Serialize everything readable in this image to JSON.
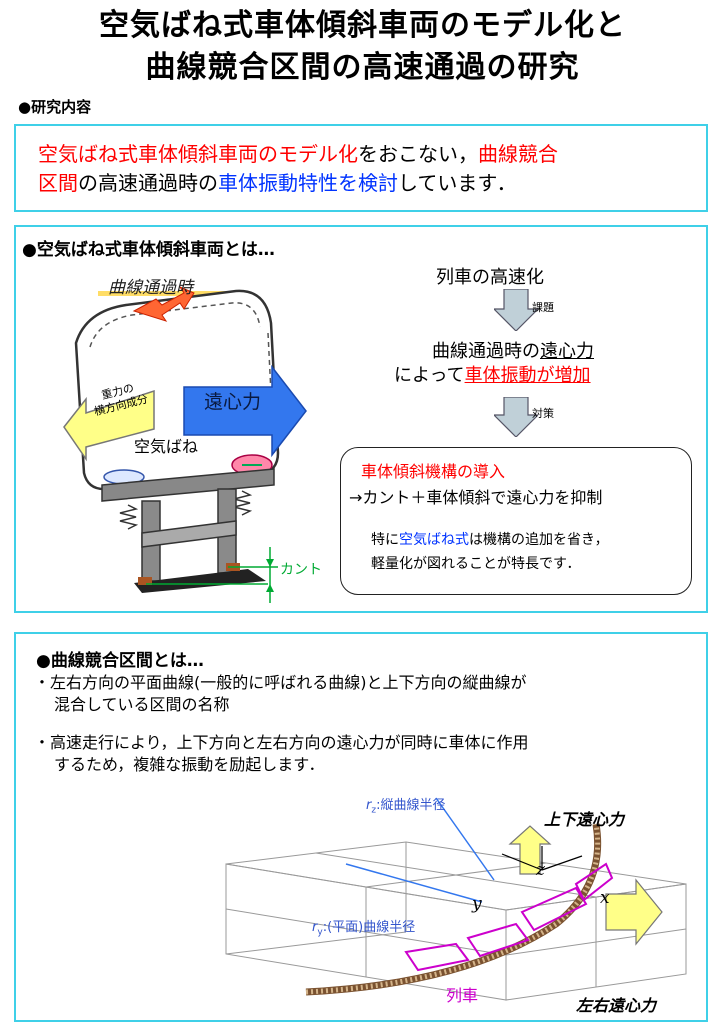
{
  "title": {
    "line1": "空気ばね式車体傾斜車両のモデル化と",
    "line2": "曲線競合区間の高速通過の研究"
  },
  "research": {
    "heading": "●研究内容",
    "t1": "空気ばね式車体傾斜車両のモデル化",
    "t2": "をおこない，",
    "t3": "曲線競合",
    "t4": "区間",
    "t5": "の高速通過時の",
    "t6": "車体振動特性を検討",
    "t7": "しています．"
  },
  "section2": {
    "heading": "●空気ばね式車体傾斜車両とは…",
    "illus": {
      "curve_pass": "曲線通過時",
      "gravity1": "重力の",
      "gravity2": "横方向成分",
      "centrifugal": "遠心力",
      "air_spring": "空気ばね",
      "cant": "カント"
    },
    "flow": {
      "speedup": "列車の高速化",
      "issue": "課題",
      "centrifugal_pre": "曲線通過時の",
      "centrifugal_word": "遠心力",
      "vib_pre": "によって",
      "vib_red": "車体振動が増加",
      "measure": "対策"
    },
    "box": {
      "head": "車体傾斜機構の導入",
      "arrow_line": "→カント＋車体傾斜で遠心力を抑制",
      "note_pre": "特に",
      "note_blue": "空気ばね式",
      "note_post": "は機構の追加を省き，",
      "note_line2": "軽量化が図れることが特長です．"
    }
  },
  "section3": {
    "heading": "●曲線競合区間とは…",
    "b1_line1": "・左右方向の平面曲線(一般的に呼ばれる曲線)と上下方向の縦曲線が",
    "b1_line2": "混合している区間の名称",
    "b2_line1": "・高速走行により，上下方向と左右方向の遠心力が同時に車体に作用",
    "b2_line2": "するため，複雑な振動を励起します．",
    "diagram": {
      "rz_sym": "r",
      "rz_sub": "z",
      "rz_label": ":縦曲線半径",
      "ry_sym": "r",
      "ry_sub": "y",
      "ry_label": ":(平面)曲線半径",
      "vertical_cf": "上下遠心力",
      "lateral_cf": "左右遠心力",
      "train": "列車",
      "ax_z": "z",
      "ax_y": "y",
      "ax_x": "x"
    }
  },
  "colors": {
    "panel_border": "#3fd0e8",
    "accent_red": "#ff0000",
    "accent_blue": "#0033ff",
    "arrow_blue": "#3377ee",
    "arrow_yellow": "#ffff88",
    "train_magenta": "#cc00cc"
  }
}
